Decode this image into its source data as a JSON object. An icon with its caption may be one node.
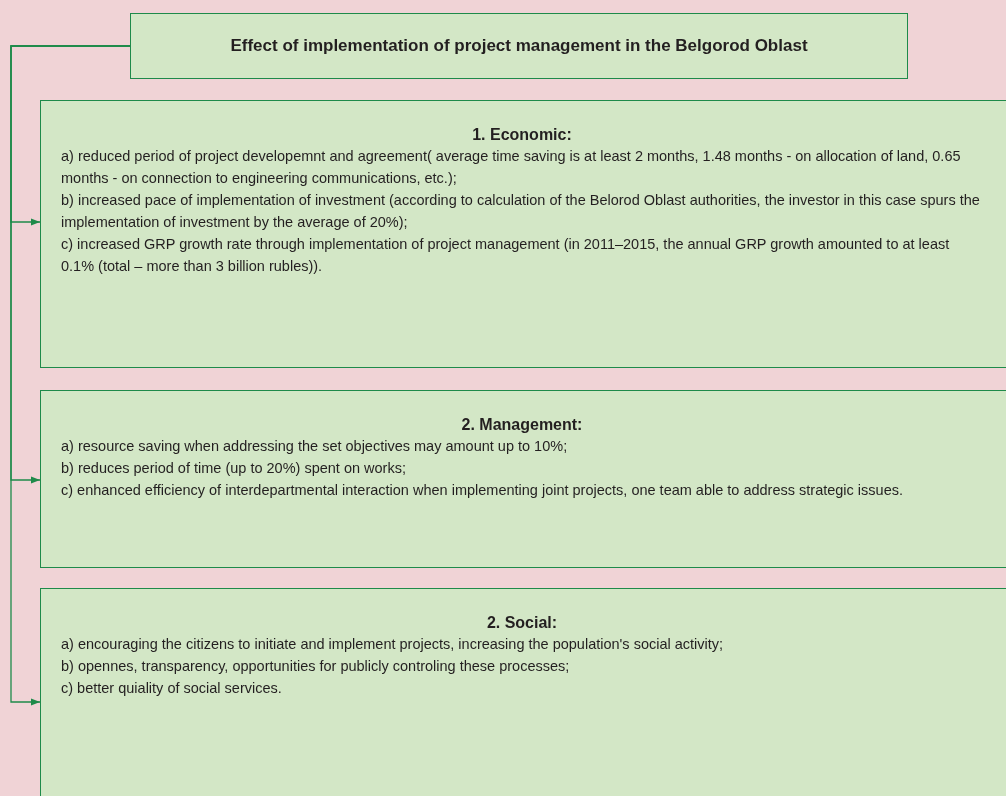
{
  "diagram": {
    "nodes": [
      {
        "text": [
          "Effect of implementation of project management in the Belgorod Oblast"
        ]
      },
      {
        "text": [
          "1. Economic:",
          "a) reduced period of project developemnt and agreement( average time saving is at least 2 months, 1.48 months - on allocation of land, 0.65 months - on connection to engineering communications, etc.);",
          "b) increased pace of implementation of investment (according to calculation of the Belorod Oblast authorities, the investor in this case spurs the implementation of investment by the average of 20%);",
          "c) increased GRP growth rate through implementation of project management (in 2011–2015, the annual GRP growth amounted to at least 0.1% (total – more than 3 billion rubles))."
        ]
      },
      {
        "text": [
          "2. Management:",
          "a) resource saving when addressing the set objectives may amount up to 10%;",
          "b) reduces period of time (up to 20%) spent on works;",
          "c) enhanced efficiency of interdepartmental interaction when implementing joint projects, one team able to address strategic issues."
        ]
      },
      {
        "text": [
          "2. Social:",
          "a) encouraging the citizens to initiate and implement projects, increasing the population's social activity;",
          "b) opennes, transparency, opportunities for publicly controling these processes;",
          "c) better quiality of social services."
        ]
      }
    ],
    "edges": [
      {
        "from": 0,
        "to": 1,
        "arrow": "to"
      },
      {
        "from": 0,
        "to": 2,
        "arrow": "to"
      },
      {
        "from": 0,
        "to": 3,
        "arrow": "to"
      }
    ]
  }
}
